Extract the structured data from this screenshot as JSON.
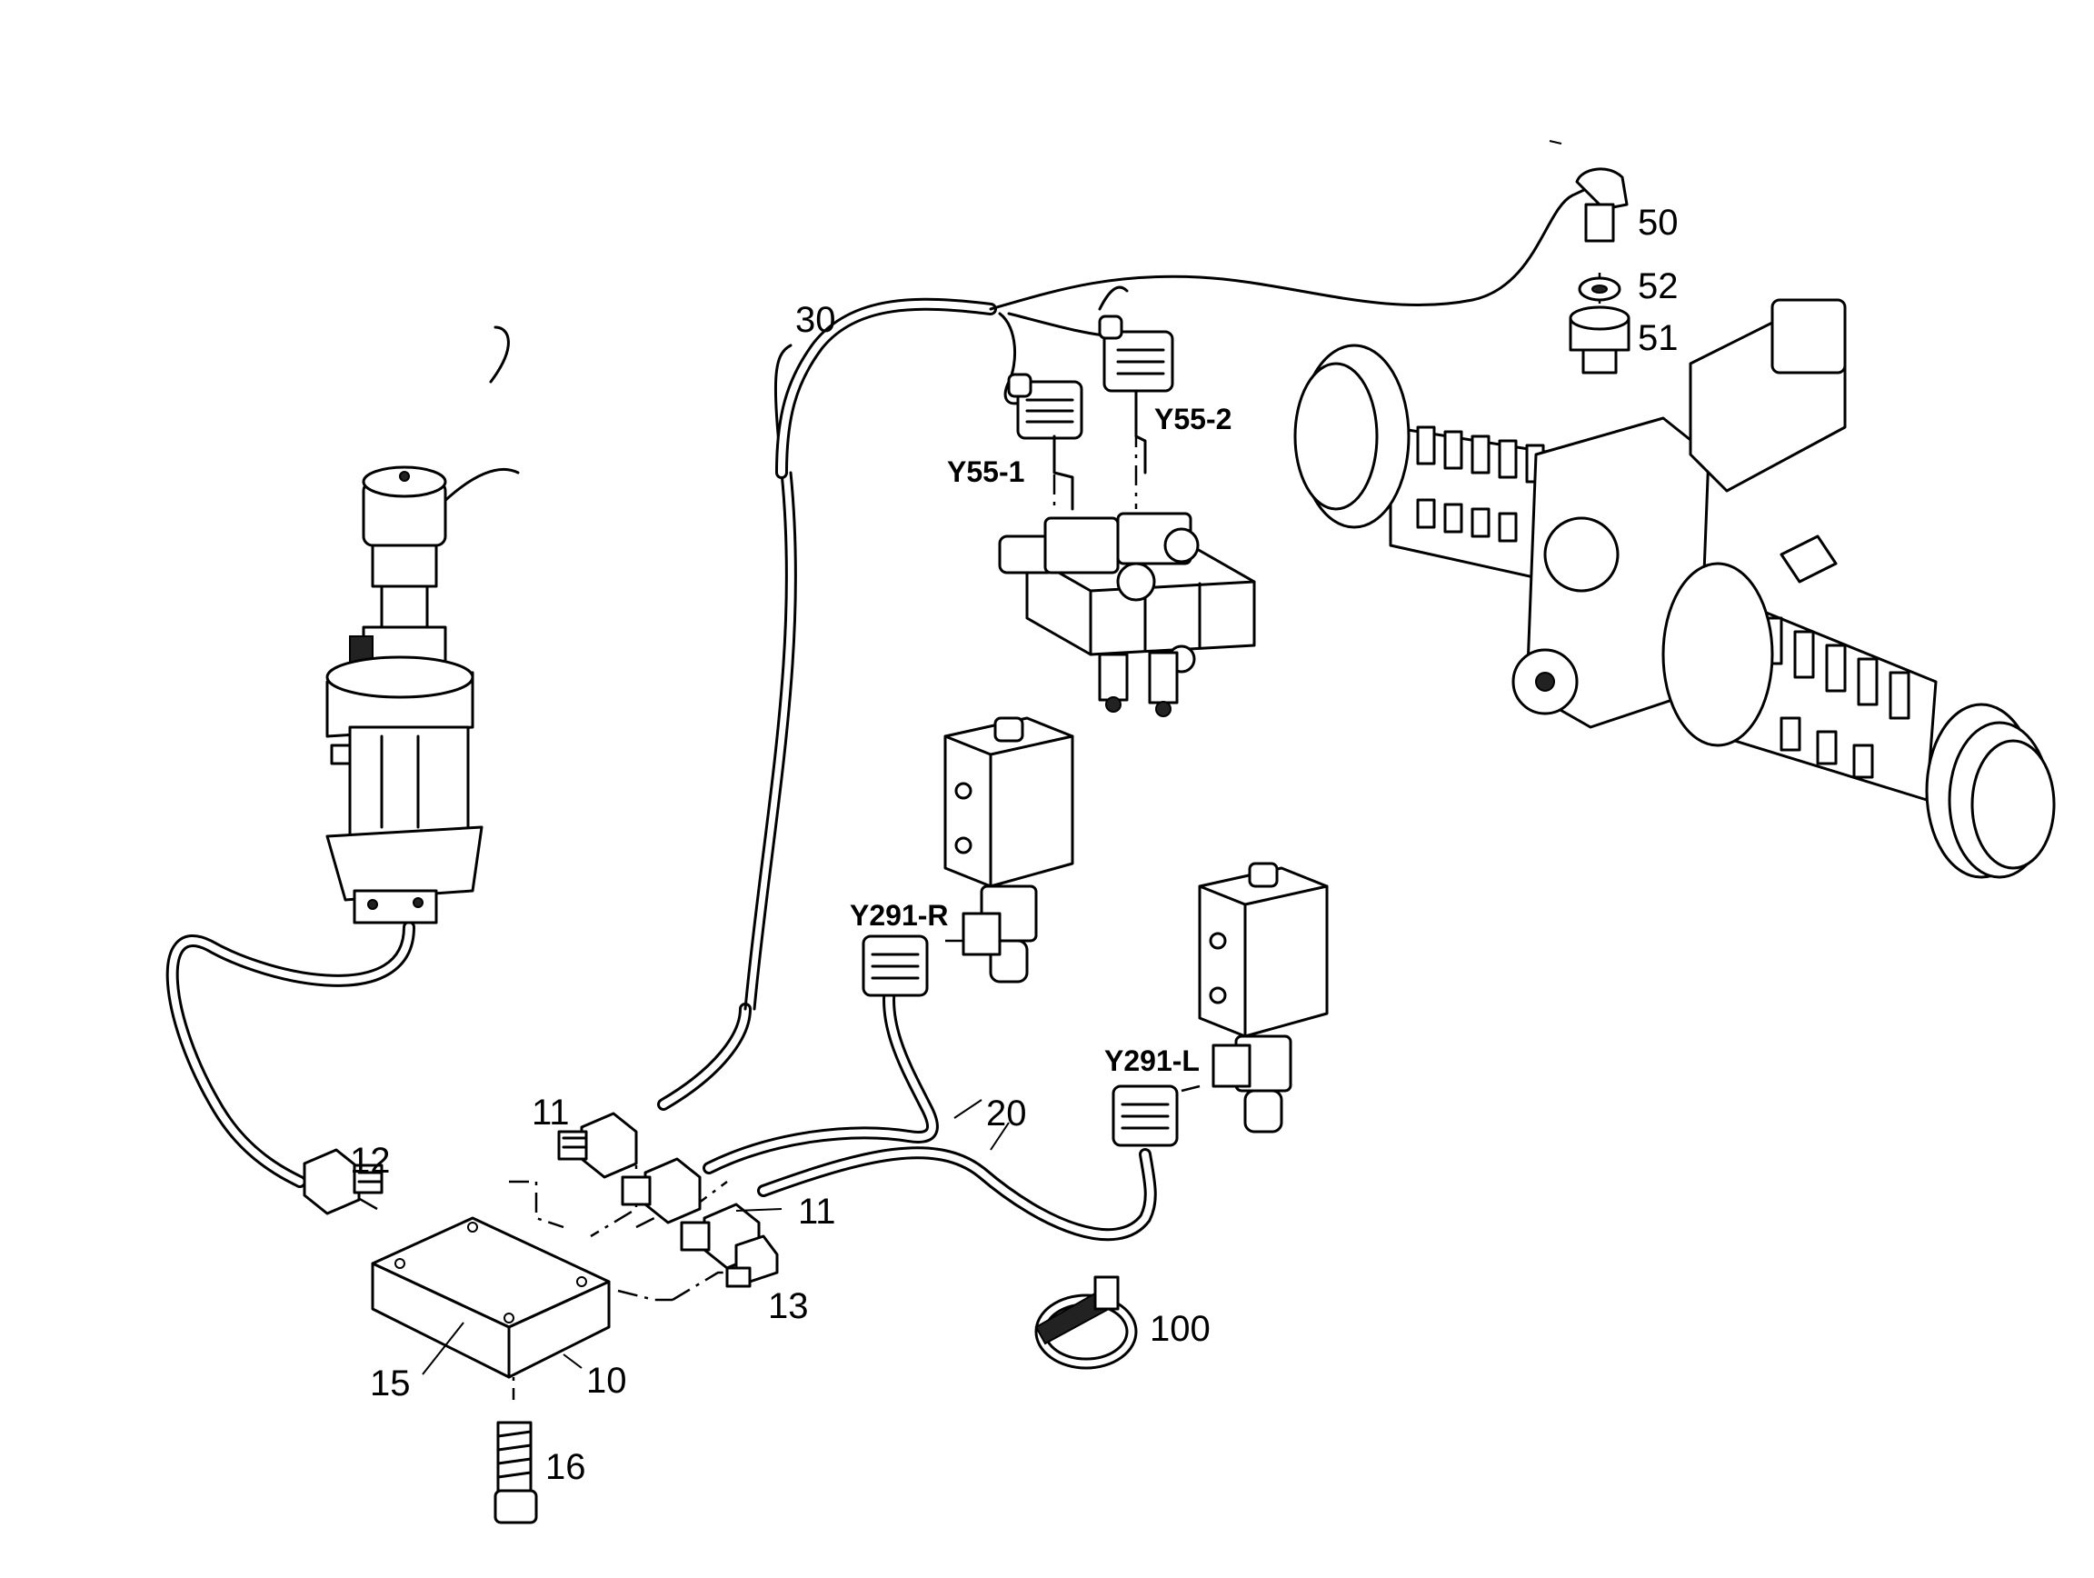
{
  "labels": {
    "p50": "50",
    "p52": "52",
    "p51": "51",
    "p30": "30",
    "y55_1": "Y55-1",
    "y55_2": "Y55-2",
    "y291_r": "Y291-R",
    "y291_l": "Y291-L",
    "p20": "20",
    "p11_top": "11",
    "p11_right": "11",
    "p12": "12",
    "p13": "13",
    "p15": "15",
    "p10": "10",
    "p16": "16",
    "p100": "100"
  },
  "icons": [
    "steering-valve-icon",
    "solenoid-valve-block-icon",
    "drive-axle-icon",
    "pressure-switch-icon",
    "plug-connector-icon",
    "junction-box-icon",
    "screw-fitting-icon",
    "hose-clamp-icon",
    "bolt-icon"
  ],
  "colors": {
    "ink": "#000000",
    "paper": "#ffffff"
  }
}
